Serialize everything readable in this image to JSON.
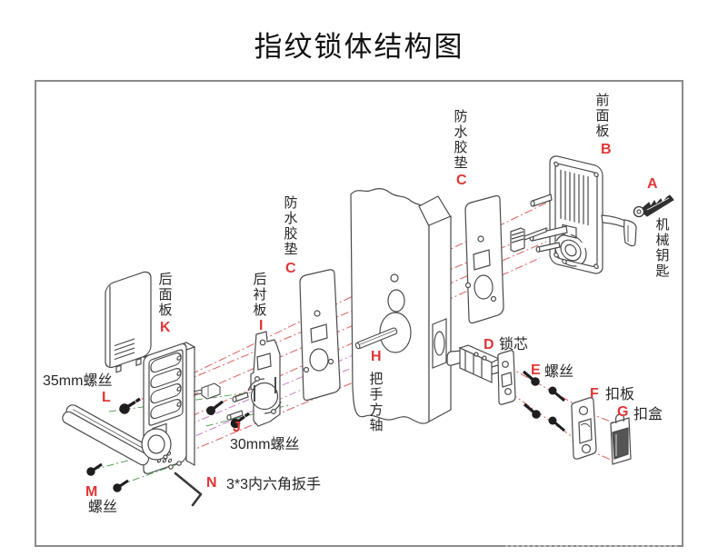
{
  "title": "指纹锁体结构图",
  "labels": {
    "A": {
      "letter": "A",
      "text": "机械钥匙"
    },
    "B": {
      "letter": "B",
      "text": "前面板"
    },
    "C_right": {
      "letter": "C",
      "text": "防水胶垫"
    },
    "C_left": {
      "letter": "C",
      "text": "防水胶垫"
    },
    "D": {
      "letter": "D",
      "text": "锁芯"
    },
    "E": {
      "letter": "E",
      "text": "螺丝"
    },
    "F": {
      "letter": "F",
      "text": "扣板"
    },
    "G": {
      "letter": "G",
      "text": "扣盒"
    },
    "H": {
      "letter": "H",
      "text": "把手方轴"
    },
    "I": {
      "letter": "I",
      "text": "后衬板"
    },
    "J": {
      "letter": "J",
      "text": "30mm螺丝"
    },
    "K": {
      "letter": "K",
      "text": "后面板"
    },
    "L": {
      "letter": "L",
      "text": "35mm螺丝"
    },
    "M": {
      "letter": "M",
      "text": "螺丝"
    },
    "N": {
      "letter": "N",
      "text": "3*3内六角扳手"
    }
  },
  "colors": {
    "letter_red": "#e03636",
    "text_black": "#262626",
    "line_red": "#e06a6a",
    "line_green": "#55a558",
    "line_magenta": "#cf7ccf",
    "outline_gray": "#4a4a4a",
    "frame_gray": "#8a8a8a"
  }
}
